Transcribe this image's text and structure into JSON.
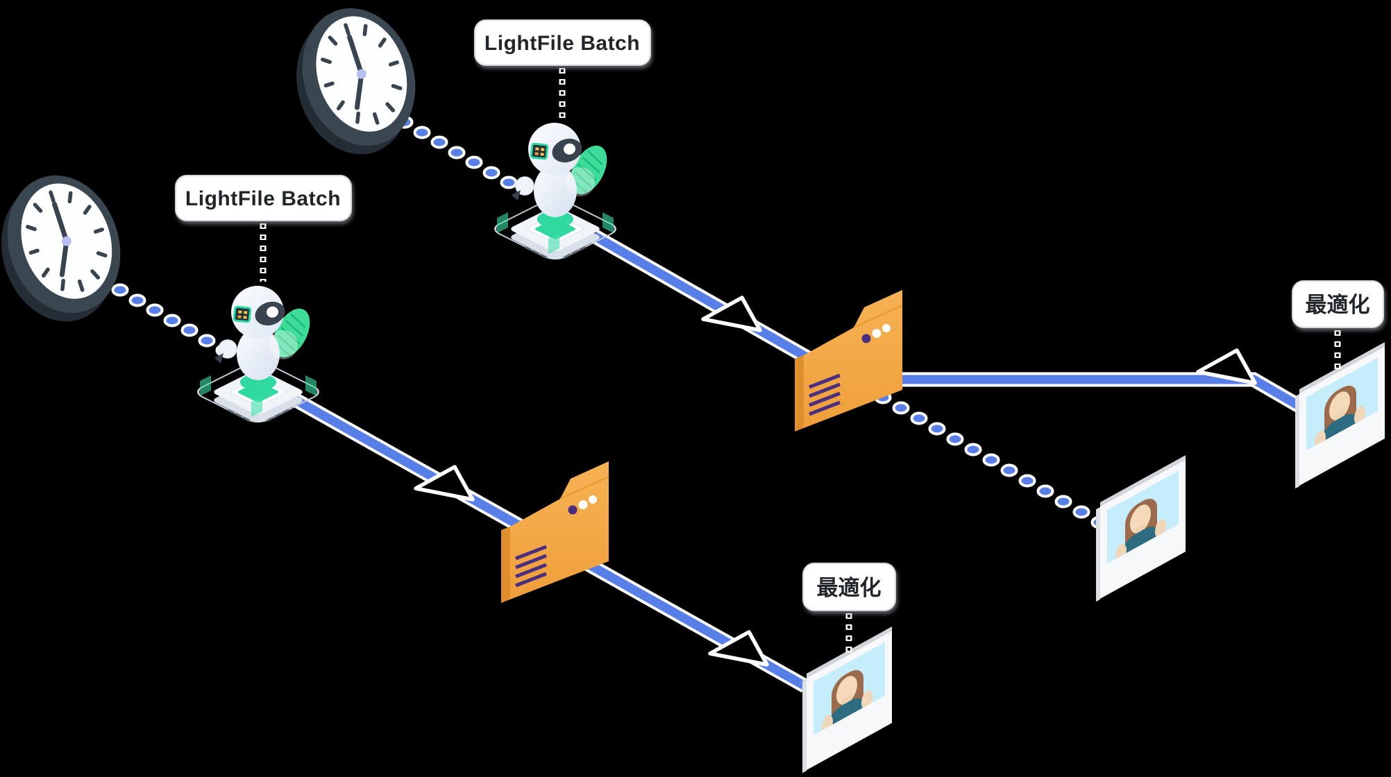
{
  "title": "LightFile Batch optimization workflow diagram",
  "background_color": "#000000",
  "labels": {
    "batch_top": "LightFile Batch",
    "batch_left": "LightFile Batch",
    "optimized_right": "最適化",
    "optimized_bottom": "最適化"
  },
  "colors": {
    "flow_line_blue": "#587FE7",
    "folder_orange": "#F2A744",
    "folder_detail_purple": "#4A2E80",
    "robot_green": "#2FD9A0",
    "clock_slate": "#3A4650",
    "clock_center_lavender": "#B8BDF2",
    "label_background": "#FFFFFF",
    "label_text": "#222529",
    "photo_sky": "#C5EDFB"
  },
  "nodes": {
    "clocks": [
      {
        "name": "schedule-clock-top",
        "time_shown": "7:00"
      },
      {
        "name": "schedule-clock-left",
        "time_shown": "7:00"
      }
    ],
    "robots": [
      "lightfile-batch-robot-top",
      "lightfile-batch-robot-left"
    ],
    "folders": [
      "image-folder-right",
      "image-folder-left"
    ],
    "photos": [
      "optimized-photo-right",
      "photo-middle",
      "optimized-photo-bottom"
    ]
  }
}
